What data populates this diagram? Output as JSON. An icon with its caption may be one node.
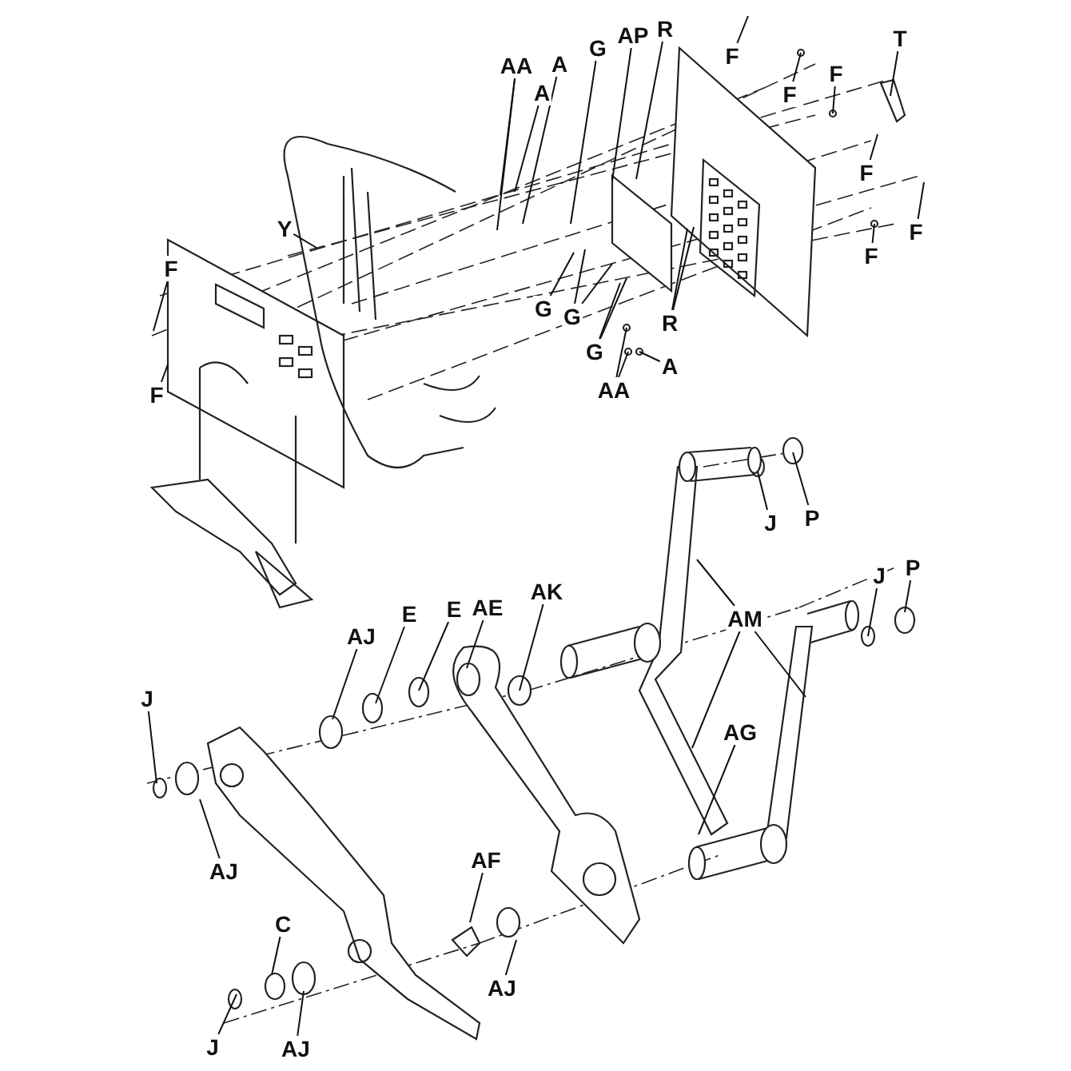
{
  "diagram": {
    "nodes": [
      {
        "text": [
          "AA"
        ]
      },
      {
        "text": [
          "A"
        ]
      },
      {
        "text": [
          "A"
        ]
      },
      {
        "text": [
          "G"
        ]
      },
      {
        "text": [
          "AP"
        ]
      },
      {
        "text": [
          "R"
        ]
      },
      {
        "text": [
          "F"
        ]
      },
      {
        "text": [
          "F"
        ]
      },
      {
        "text": [
          "F"
        ]
      },
      {
        "text": [
          "T"
        ]
      },
      {
        "text": [
          "F"
        ]
      },
      {
        "text": [
          "F"
        ]
      },
      {
        "text": [
          "F"
        ]
      },
      {
        "text": [
          "Y"
        ]
      },
      {
        "text": [
          "F"
        ]
      },
      {
        "text": [
          "G"
        ]
      },
      {
        "text": [
          "G"
        ]
      },
      {
        "text": [
          "G"
        ]
      },
      {
        "text": [
          "R"
        ]
      },
      {
        "text": [
          "AA"
        ]
      },
      {
        "text": [
          "A"
        ]
      },
      {
        "text": [
          "F"
        ]
      },
      {
        "text": [
          "J"
        ]
      },
      {
        "text": [
          "P"
        ]
      },
      {
        "text": [
          "AM"
        ]
      },
      {
        "text": [
          "J"
        ]
      },
      {
        "text": [
          "P"
        ]
      },
      {
        "text": [
          "AJ"
        ]
      },
      {
        "text": [
          "E"
        ]
      },
      {
        "text": [
          "E"
        ]
      },
      {
        "text": [
          "AE"
        ]
      },
      {
        "text": [
          "AK"
        ]
      },
      {
        "text": [
          "AG"
        ]
      },
      {
        "text": [
          "J"
        ]
      },
      {
        "text": [
          "AJ"
        ]
      },
      {
        "text": [
          "AF"
        ]
      },
      {
        "text": [
          "C"
        ]
      },
      {
        "text": [
          "AJ"
        ]
      },
      {
        "text": [
          "J"
        ]
      },
      {
        "text": [
          "AJ"
        ]
      }
    ],
    "edges": [
      {
        "from": 0,
        "to": null,
        "arrow": "none"
      },
      {
        "from": 0,
        "to": null,
        "arrow": "none"
      },
      {
        "from": 1,
        "to": null,
        "arrow": "none"
      },
      {
        "from": 2,
        "to": null,
        "arrow": "none"
      },
      {
        "from": 3,
        "to": null,
        "arrow": "none"
      },
      {
        "from": 4,
        "to": null,
        "arrow": "none"
      },
      {
        "from": 5,
        "to": null,
        "arrow": "none"
      },
      {
        "from": 6,
        "to": null,
        "arrow": "none"
      },
      {
        "from": 7,
        "to": null,
        "arrow": "none"
      },
      {
        "from": 8,
        "to": null,
        "arrow": "none"
      },
      {
        "from": 9,
        "to": null,
        "arrow": "none"
      },
      {
        "from": 10,
        "to": null,
        "arrow": "none"
      },
      {
        "from": 11,
        "to": null,
        "arrow": "none"
      },
      {
        "from": 12,
        "to": null,
        "arrow": "none"
      },
      {
        "from": 13,
        "to": null,
        "arrow": "none"
      },
      {
        "from": 14,
        "to": null,
        "arrow": "none"
      },
      {
        "from": 15,
        "to": null,
        "arrow": "none"
      },
      {
        "from": 16,
        "to": null,
        "arrow": "none"
      },
      {
        "from": 16,
        "to": null,
        "arrow": "none"
      },
      {
        "from": 17,
        "to": null,
        "arrow": "none"
      },
      {
        "from": 17,
        "to": null,
        "arrow": "none"
      },
      {
        "from": 18,
        "to": null,
        "arrow": "none"
      },
      {
        "from": 18,
        "to": null,
        "arrow": "none"
      },
      {
        "from": 19,
        "to": null,
        "arrow": "none"
      },
      {
        "from": 19,
        "to": null,
        "arrow": "none"
      },
      {
        "from": 20,
        "to": null,
        "arrow": "none"
      },
      {
        "from": 21,
        "to": null,
        "arrow": "none"
      },
      {
        "from": 22,
        "to": null,
        "arrow": "none"
      },
      {
        "from": 23,
        "to": null,
        "arrow": "none"
      },
      {
        "from": 24,
        "to": null,
        "arrow": "none"
      },
      {
        "from": 24,
        "to": null,
        "arrow": "none"
      },
      {
        "from": 24,
        "to": null,
        "arrow": "none"
      },
      {
        "from": 25,
        "to": null,
        "arrow": "none"
      },
      {
        "from": 26,
        "to": null,
        "arrow": "none"
      },
      {
        "from": 27,
        "to": null,
        "arrow": "none"
      },
      {
        "from": 28,
        "to": null,
        "arrow": "none"
      },
      {
        "from": 29,
        "to": null,
        "arrow": "none"
      },
      {
        "from": 30,
        "to": null,
        "arrow": "none"
      },
      {
        "from": 31,
        "to": null,
        "arrow": "none"
      },
      {
        "from": 32,
        "to": null,
        "arrow": "none"
      },
      {
        "from": 33,
        "to": null,
        "arrow": "none"
      },
      {
        "from": 34,
        "to": null,
        "arrow": "none"
      },
      {
        "from": 35,
        "to": null,
        "arrow": "none"
      },
      {
        "from": 36,
        "to": null,
        "arrow": "none"
      },
      {
        "from": 37,
        "to": null,
        "arrow": "none"
      },
      {
        "from": 38,
        "to": null,
        "arrow": "none"
      },
      {
        "from": 39,
        "to": null,
        "arrow": "none"
      }
    ]
  }
}
